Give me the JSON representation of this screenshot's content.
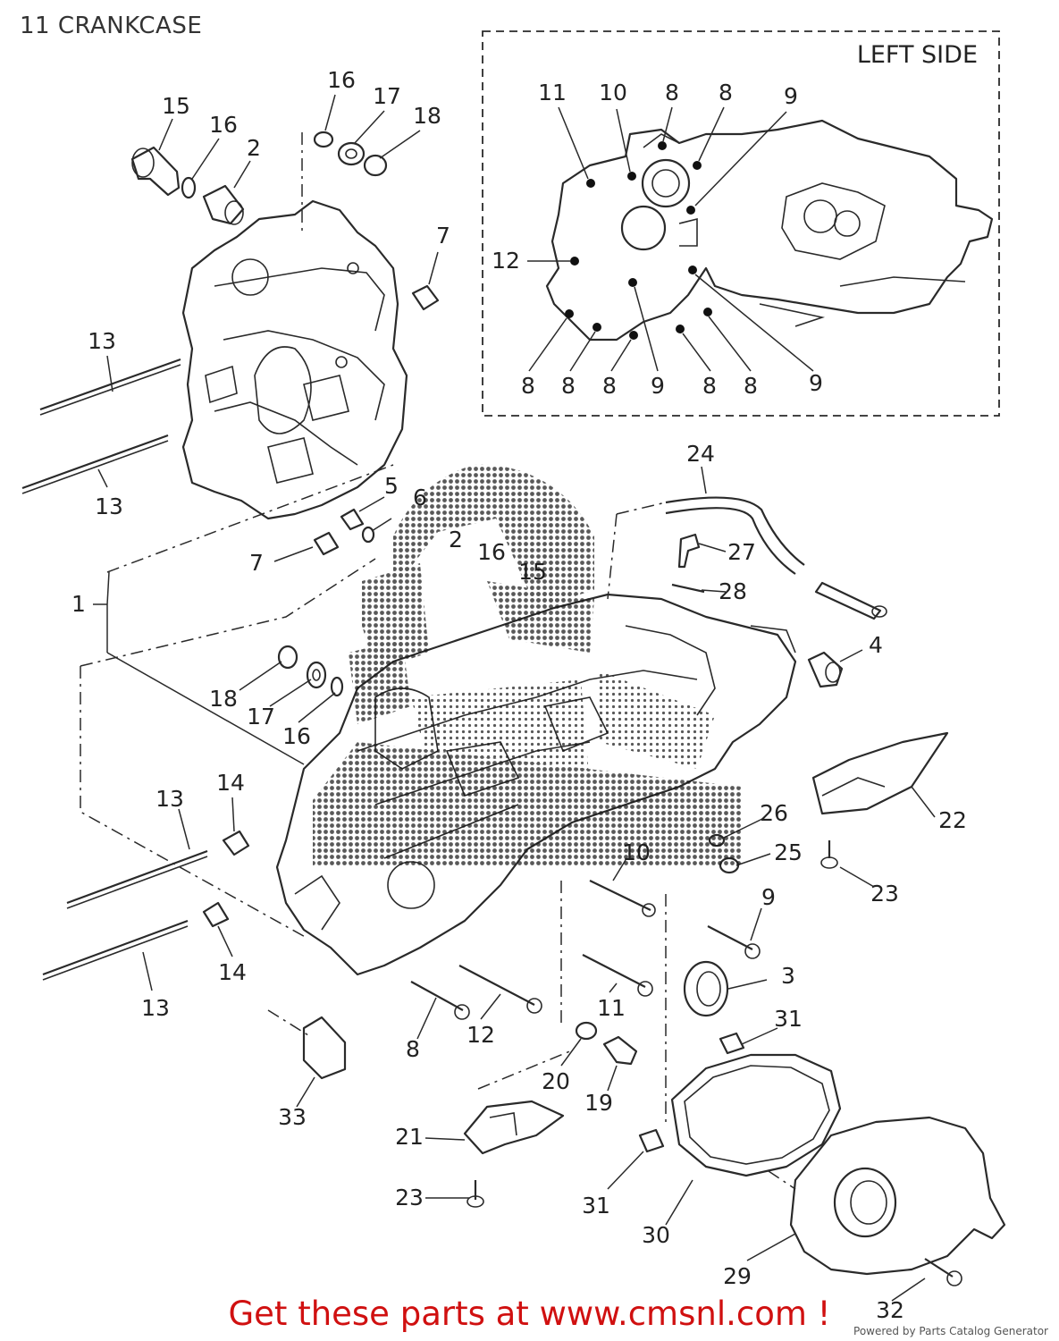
{
  "title": "11 CRANKCASE",
  "inset": {
    "label": "LEFT SIDE"
  },
  "callouts": {
    "c15a": "15",
    "c16a": "16",
    "c16b": "16",
    "c17a": "17",
    "c18a": "18",
    "c2a": "2",
    "c7a": "7",
    "c13a": "13",
    "c13b": "13",
    "c5": "5",
    "c6": "6",
    "c7b": "7",
    "c1": "1",
    "c24": "24",
    "c27": "27",
    "c28": "28",
    "c4": "4",
    "c2b": "2",
    "c16c": "16",
    "c15b": "15",
    "c18b": "18",
    "c17b": "17",
    "c16d": "16",
    "c22": "22",
    "c26": "26",
    "c25": "25",
    "c23a": "23",
    "c13c": "13",
    "c14a": "14",
    "c10": "10",
    "c9": "9",
    "c14b": "14",
    "c13d": "13",
    "c3": "3",
    "c11": "11",
    "c12": "12",
    "c8": "8",
    "c31a": "31",
    "c20": "20",
    "c19": "19",
    "c33": "33",
    "c21": "21",
    "c23b": "23",
    "c31b": "31",
    "c30": "30",
    "c29": "29",
    "c32": "32",
    "ls11": "11",
    "ls10": "10",
    "ls8a": "8",
    "ls8b": "8",
    "ls9a": "9",
    "ls12": "12",
    "ls8c": "8",
    "ls8d": "8",
    "ls8e": "8",
    "ls9b": "9",
    "ls8f": "8",
    "ls8g": "8",
    "ls9c": "9"
  },
  "footer": {
    "cta": "Get these parts at www.cmsnl.com !",
    "credit": "Powered by Parts Catalog Generator"
  }
}
